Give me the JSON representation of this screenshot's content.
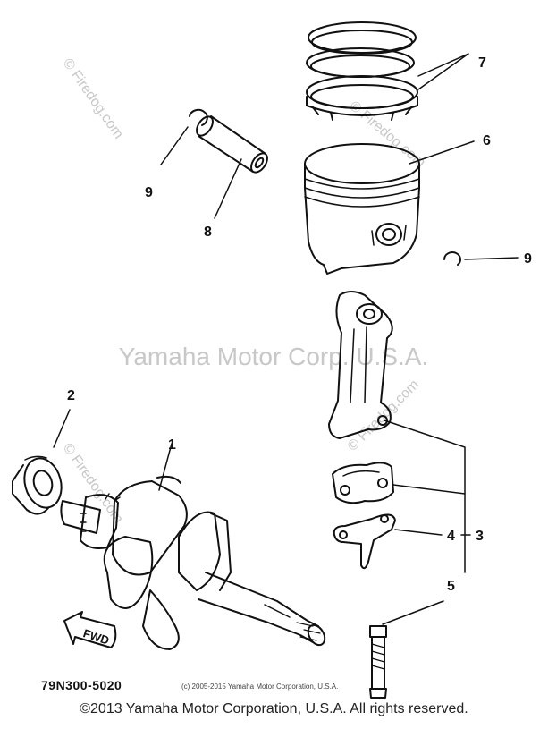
{
  "watermarks": {
    "center": "Yamaha Motor Corp. U.S.A.",
    "top_left": "© Firedog.com",
    "top_right": "© Firedog.com",
    "mid_left": "© Firedog.com",
    "mid_right": "© Firedog.com"
  },
  "callouts": {
    "c1": "1",
    "c2": "2",
    "c3": "3",
    "c4": "4",
    "c5": "5",
    "c6": "6",
    "c7": "7",
    "c8": "8",
    "c9a": "9",
    "c9b": "9"
  },
  "fwd_label": "FWD",
  "part_number": "79N300-5020",
  "small_copyright": "(c) 2005-2015 Yamaha Motor Corporation, U.S.A.",
  "footer_copyright": "©2013 Yamaha Motor Corporation, U.S.A. All rights reserved.",
  "colors": {
    "ink": "#111111",
    "watermark": "#c8c8c8",
    "background": "#ffffff"
  }
}
